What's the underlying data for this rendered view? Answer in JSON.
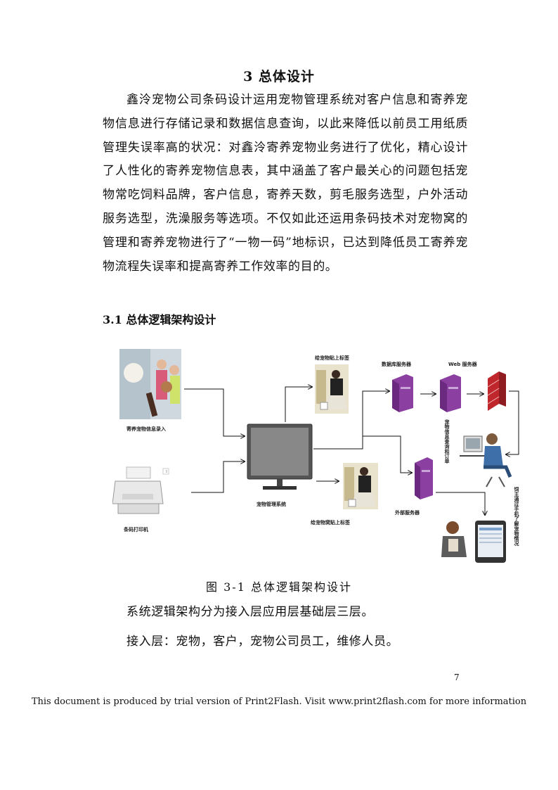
{
  "heading": "3 总体设计",
  "paragraph1": "鑫泠宠物公司条码设计运用宠物管理系统对客户信息和寄养宠物信息进行存储记录和数据信息查询，以此来降低以前员工用纸质管理失误率高的状况：对鑫泠寄养宠物业务进行了优化，精心设计了人性化的寄养宠物信息表，其中涵盖了客户最关心的问题包括宠物常吃饲料品牌，客户信息，寄养天数，剪毛服务选型，户外活动服务选型，洗澡服务等选项。不仅如此还运用条码技术对宠物窝的管理和寄养宠物进行了“一物一码”地标识，已达到降低员工寄养宠物流程失误率和提高寄养工作效率的目的。",
  "section_heading": "3.1 总体逻辑架构设计",
  "figure": {
    "labels": {
      "pet_info_entry": "寄养宠物信息录入",
      "barcode_printer": "条码打印机",
      "management_system": "宠物管理系统",
      "tag_pet": "给宠物贴上标签",
      "tag_kennel": "给宠物窝贴上标签",
      "db_server": "数据库服务器",
      "web_server": "Web 服务器",
      "external_server": "外部服务器",
      "query_order": "宠物信息查询和订单",
      "phone_check": "饲主通过手机了解宠物情况"
    },
    "caption": "图 3-1 总体逻辑架构设计"
  },
  "paragraph2": "系统逻辑架构分为接入层应用层基础层三层。",
  "paragraph3": "接入层：宠物，客户，宠物公司员工，维修人员。",
  "page_number": "7",
  "footer": "This document is produced by trial version of Print2Flash. Visit www.print2flash.com for more information"
}
